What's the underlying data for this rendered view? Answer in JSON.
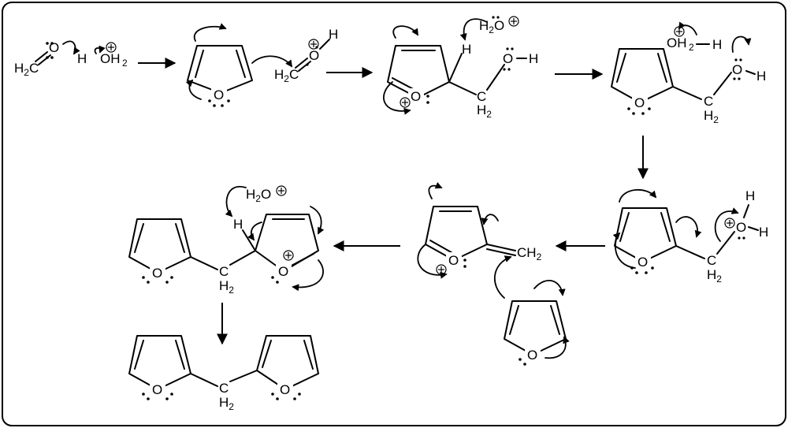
{
  "border_color": "#000000",
  "atoms": {
    "o": "O",
    "h": "H",
    "c": "C",
    "two": "2",
    "h2c": "H2C",
    "oh2": "OH2",
    "h2o": "H2O",
    "ch2": "CH2",
    "h2": "H2",
    "plus": "+"
  },
  "figure": {
    "steps": [
      "protonation of formaldehyde by H3O+",
      "nucleophilic attack of furan on protonated formaldehyde",
      "deprotonation restores aromaticity",
      "protonation of hydroxyl group",
      "loss of water forms furylmethyl cation",
      "attack of second furan",
      "deprotonation gives difurylmethane"
    ]
  }
}
